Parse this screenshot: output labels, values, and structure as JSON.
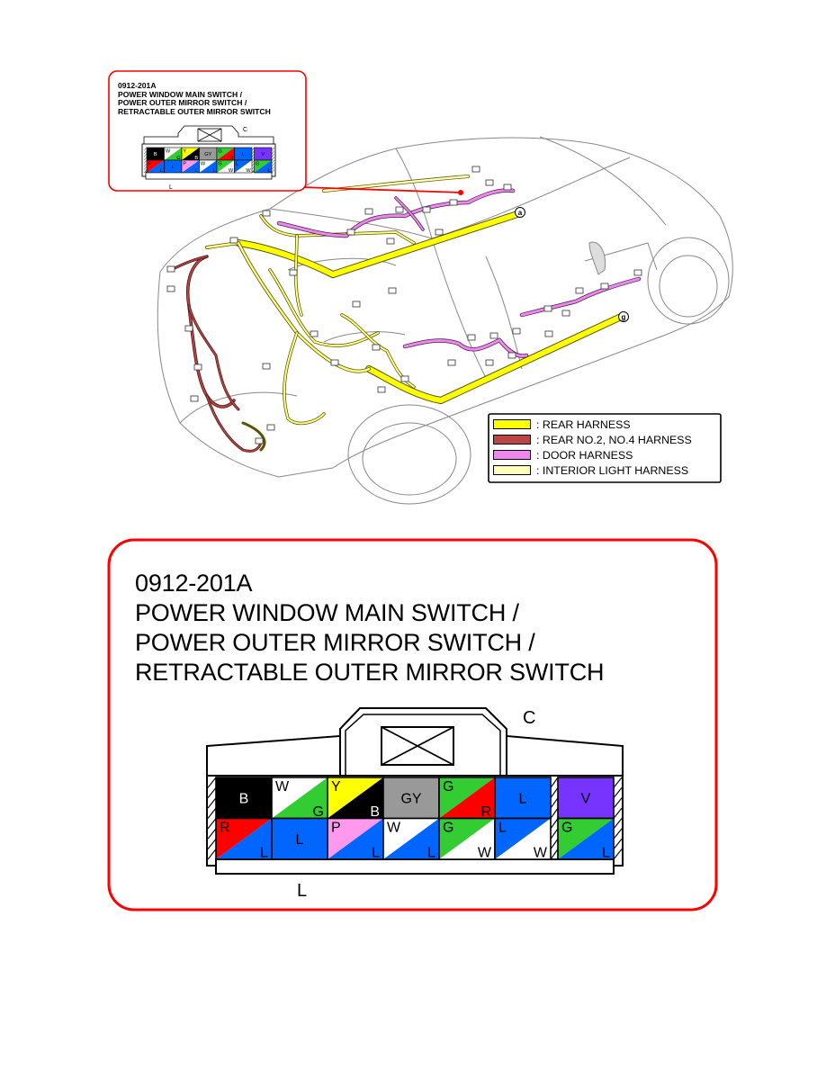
{
  "connector": {
    "code": "0912-201A",
    "title_lines": [
      "POWER WINDOW MAIN SWITCH /",
      "POWER OUTER MIRROR SWITCH /",
      "RETRACTABLE OUTER MIRROR SWITCH"
    ],
    "top_label": "C",
    "bottom_label": "L",
    "row1": [
      {
        "tl": "",
        "br": "",
        "solid": "B",
        "c1": "#000000",
        "c2": "#000000",
        "text_color": "#ffffff"
      },
      {
        "tl": "W",
        "br": "G",
        "c1": "#ffffff",
        "c2": "#33cc33"
      },
      {
        "tl": "Y",
        "br": "B",
        "c1": "#ffff00",
        "c2": "#000000",
        "br_color": "#ffffff"
      },
      {
        "tl": "",
        "br": "",
        "solid": "GY",
        "c1": "#999999",
        "c2": "#999999"
      },
      {
        "tl": "G",
        "br": "R",
        "c1": "#33cc33",
        "c2": "#ff0000"
      },
      {
        "tl": "",
        "br": "",
        "solid": "L",
        "c1": "#0066ff",
        "c2": "#0066ff"
      },
      {
        "tl": "",
        "br": "",
        "solid": "V",
        "c1": "#7733ff",
        "c2": "#7733ff"
      }
    ],
    "row2": [
      {
        "tl": "R",
        "br": "L",
        "c1": "#ff0000",
        "c2": "#0066ff"
      },
      {
        "tl": "",
        "br": "",
        "solid": "L",
        "c1": "#0066ff",
        "c2": "#0066ff"
      },
      {
        "tl": "P",
        "br": "L",
        "c1": "#ff99ee",
        "c2": "#0066ff"
      },
      {
        "tl": "W",
        "br": "L",
        "c1": "#ffffff",
        "c2": "#0066ff"
      },
      {
        "tl": "G",
        "br": "W",
        "c1": "#33cc33",
        "c2": "#ffffff"
      },
      {
        "tl": "L",
        "br": "W",
        "c1": "#0066ff",
        "c2": "#ffffff"
      },
      {
        "tl": "G",
        "br": "L",
        "c1": "#33cc33",
        "c2": "#0066ff"
      }
    ]
  },
  "legend": [
    {
      "label": ": REAR HARNESS",
      "color": "#ffff00"
    },
    {
      "label": ": REAR NO.2, NO.4 HARNESS",
      "color": "#bb4444"
    },
    {
      "label": ": DOOR HARNESS",
      "color": "#ee88ee"
    },
    {
      "label": ": INTERIOR LIGHT HARNESS",
      "color": "#ffffbb"
    }
  ],
  "markers": {
    "a": "a",
    "g": "g"
  },
  "colors": {
    "frame_red": "#ff0000"
  }
}
